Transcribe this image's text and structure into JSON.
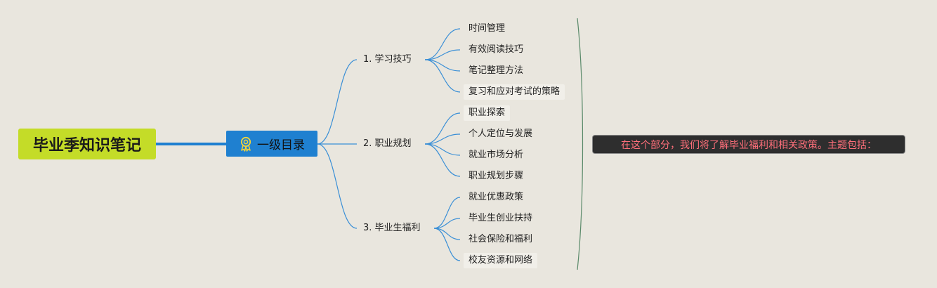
{
  "root": {
    "title": "毕业季知识笔记"
  },
  "main": {
    "label": "一级目录",
    "icon": "award-medal-icon"
  },
  "branches": [
    {
      "label": "1. 学习技巧",
      "leaves": [
        "时间管理",
        "有效阅读技巧",
        "笔记整理方法",
        "复习和应对考试的策略"
      ]
    },
    {
      "label": "2. 职业规划",
      "leaves": [
        "职业探索",
        "个人定位与发展",
        "就业市场分析",
        "职业规划步骤"
      ]
    },
    {
      "label": "3. 毕业生福利",
      "leaves": [
        "就业优惠政策",
        "毕业生创业扶持",
        "社会保险和福利",
        "校友资源和网络"
      ]
    }
  ],
  "summary": {
    "text": "在这个部分，我们将了解毕业福利和相关政策。主题包括："
  },
  "colors": {
    "background": "#e9e6de",
    "root_fill": "#c4dc28",
    "main_fill": "#1f80d0",
    "connector": "#3a8fd6",
    "summary_fill": "#2e2e2e",
    "summary_text": "#ff6f7a",
    "bracket": "#5a8a6a"
  }
}
